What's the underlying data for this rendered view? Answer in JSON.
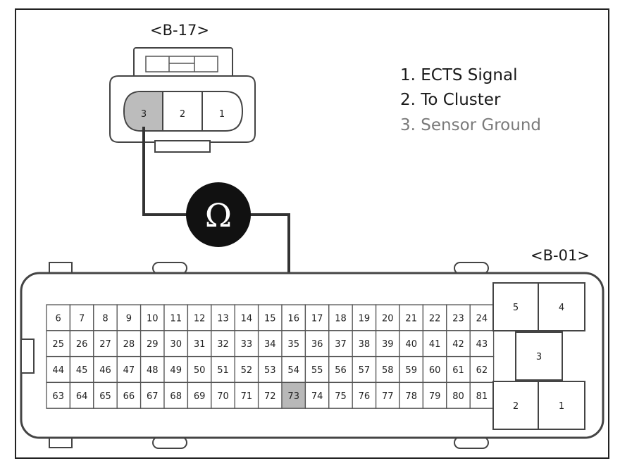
{
  "connector_top": {
    "title": "<B-17>",
    "pins": [
      "3",
      "2",
      "1"
    ]
  },
  "legend": {
    "items": [
      {
        "text": "1. ECTS Signal",
        "color": "#222222"
      },
      {
        "text": "2. To Cluster",
        "color": "#222222"
      },
      {
        "text": "3. Sensor Ground",
        "color": "#7a7a7a"
      }
    ]
  },
  "meter": {
    "symbol": "Ω"
  },
  "connector_bottom": {
    "title": "<B-01>",
    "grid_rows": [
      [
        "6",
        "7",
        "8",
        "9",
        "10",
        "11",
        "12",
        "13",
        "14",
        "15",
        "16",
        "17",
        "18",
        "19",
        "20",
        "21",
        "22",
        "23",
        "24"
      ],
      [
        "25",
        "26",
        "27",
        "28",
        "29",
        "30",
        "31",
        "32",
        "33",
        "34",
        "35",
        "36",
        "37",
        "38",
        "39",
        "40",
        "41",
        "42",
        "43"
      ],
      [
        "44",
        "45",
        "46",
        "47",
        "48",
        "49",
        "50",
        "51",
        "52",
        "53",
        "54",
        "55",
        "56",
        "57",
        "58",
        "59",
        "60",
        "61",
        "62"
      ],
      [
        "63",
        "64",
        "65",
        "66",
        "67",
        "68",
        "69",
        "70",
        "71",
        "72",
        "73",
        "74",
        "75",
        "76",
        "77",
        "78",
        "79",
        "80",
        "81"
      ]
    ],
    "highlight_pin": "73",
    "side_pins": [
      "5",
      "4",
      "3",
      "2",
      "1"
    ]
  },
  "colors": {
    "line": "#333333",
    "highlight": "#b8b8b8",
    "meter_fill": "#111111"
  }
}
